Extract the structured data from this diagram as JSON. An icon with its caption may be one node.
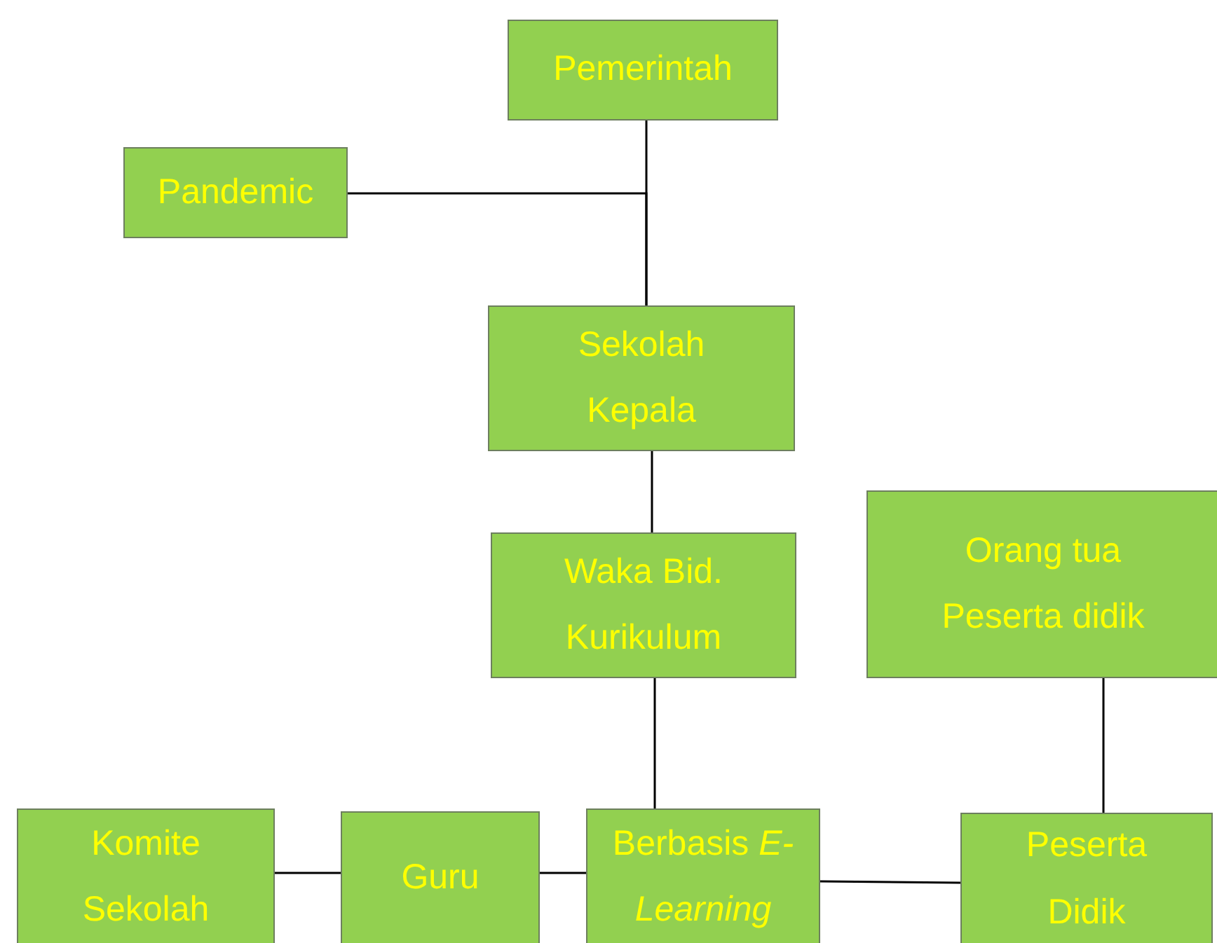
{
  "diagram": {
    "nodes": [
      {
        "text": [
          "Pemerintah"
        ]
      },
      {
        "text": [
          "Pandemic"
        ]
      },
      {
        "text": [
          "Sekolah Kepala"
        ]
      },
      {
        "text": [
          "Waka Bid. Kurikulum"
        ]
      },
      {
        "text": [
          "Orang tua Peserta didik"
        ]
      },
      {
        "text": [
          "Komite Sekolah"
        ]
      },
      {
        "text": [
          "Guru"
        ]
      },
      {
        "text": [
          "Berbasis *E-Learning*"
        ]
      },
      {
        "text": [
          "Peserta Didik"
        ]
      }
    ],
    "edges": [
      {
        "from": 0,
        "to": 2,
        "arrow": "none"
      },
      {
        "from": 1,
        "to": 2,
        "arrow": "none"
      },
      {
        "from": 2,
        "to": 3,
        "arrow": "none"
      },
      {
        "from": 3,
        "to": 7,
        "arrow": "none"
      },
      {
        "from": 4,
        "to": 8,
        "arrow": "none"
      },
      {
        "from": 5,
        "to": 6,
        "arrow": "none"
      },
      {
        "from": 6,
        "to": 7,
        "arrow": "none"
      },
      {
        "from": 7,
        "to": 8,
        "arrow": "none"
      }
    ]
  }
}
